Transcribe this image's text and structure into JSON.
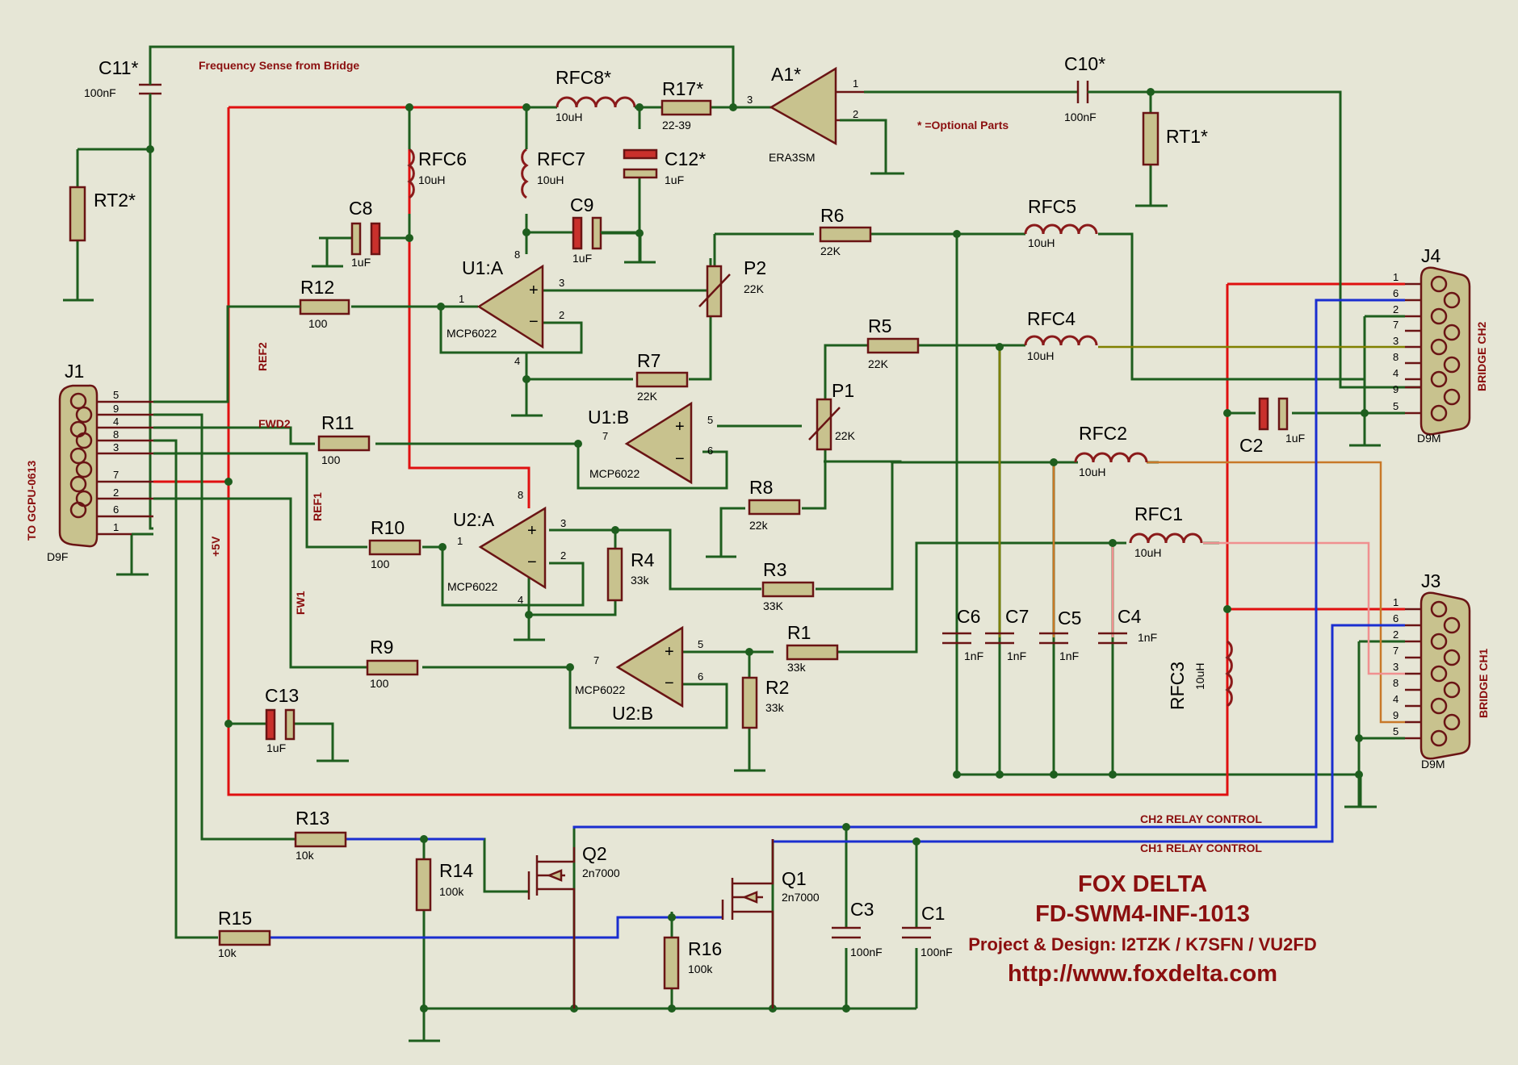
{
  "labels": {
    "freq_sense": "Frequency Sense from Bridge",
    "optional_parts": "* =Optional Parts",
    "ch2_relay": "CH2 RELAY CONTROL",
    "ch1_relay": "CH1 RELAY CONTROL",
    "to_gcpu": "TO GCPU-0613",
    "bridge_ch2": "BRIDGE CH2",
    "bridge_ch1": "BRIDGE CH1",
    "plus5v": "+5V",
    "ref1": "REF1",
    "ref2": "REF2",
    "fwd1": "FW1",
    "fwd2": "FWD2"
  },
  "title_block": {
    "company": "FOX DELTA",
    "part": "FD-SWM4-INF-1013",
    "credits": "Project & Design: I2TZK / K7SFN / VU2FD",
    "url": "http://www.foxdelta.com"
  },
  "components": {
    "C11": {
      "ref": "C11*",
      "value": "100nF"
    },
    "C10": {
      "ref": "C10*",
      "value": "100nF"
    },
    "C12": {
      "ref": "C12*",
      "value": "1uF"
    },
    "C8": {
      "ref": "C8",
      "value": "1uF"
    },
    "C9": {
      "ref": "C9",
      "value": "1uF"
    },
    "C13": {
      "ref": "C13",
      "value": "1uF"
    },
    "C2": {
      "ref": "C2",
      "value": "1uF"
    },
    "C3": {
      "ref": "C3",
      "value": "100nF"
    },
    "C1": {
      "ref": "C1",
      "value": "100nF"
    },
    "C4": {
      "ref": "C4",
      "value": "1nF"
    },
    "C5": {
      "ref": "C5",
      "value": "1nF"
    },
    "C6": {
      "ref": "C6",
      "value": "1nF"
    },
    "C7": {
      "ref": "C7",
      "value": "1nF"
    },
    "RFC1": {
      "ref": "RFC1",
      "value": "10uH"
    },
    "RFC2": {
      "ref": "RFC2",
      "value": "10uH"
    },
    "RFC3": {
      "ref": "RFC3",
      "value": "10uH"
    },
    "RFC4": {
      "ref": "RFC4",
      "value": "10uH"
    },
    "RFC5": {
      "ref": "RFC5",
      "value": "10uH"
    },
    "RFC6": {
      "ref": "RFC6",
      "value": "10uH"
    },
    "RFC7": {
      "ref": "RFC7",
      "value": "10uH"
    },
    "RFC8": {
      "ref": "RFC8*",
      "value": "10uH"
    },
    "R1": {
      "ref": "R1",
      "value": "33k"
    },
    "R2": {
      "ref": "R2",
      "value": "33k"
    },
    "R3": {
      "ref": "R3",
      "value": "33K"
    },
    "R4": {
      "ref": "R4",
      "value": "33k"
    },
    "R5": {
      "ref": "R5",
      "value": "22K"
    },
    "R6": {
      "ref": "R6",
      "value": "22K"
    },
    "R7": {
      "ref": "R7",
      "value": "22K"
    },
    "R8": {
      "ref": "R8",
      "value": "22k"
    },
    "R9": {
      "ref": "R9",
      "value": "100"
    },
    "R10": {
      "ref": "R10",
      "value": "100"
    },
    "R11": {
      "ref": "R11",
      "value": "100"
    },
    "R12": {
      "ref": "R12",
      "value": "100"
    },
    "R13": {
      "ref": "R13",
      "value": "10k"
    },
    "R14": {
      "ref": "R14",
      "value": "100k"
    },
    "R15": {
      "ref": "R15",
      "value": "10k"
    },
    "R16": {
      "ref": "R16",
      "value": "100k"
    },
    "R17": {
      "ref": "R17*",
      "value": "22-39"
    },
    "RT1": {
      "ref": "RT1*"
    },
    "RT2": {
      "ref": "RT2*"
    },
    "P1": {
      "ref": "P1",
      "value": "22K"
    },
    "P2": {
      "ref": "P2",
      "value": "22K"
    },
    "A1": {
      "ref": "A1*",
      "value": "ERA3SM"
    },
    "U1A": {
      "ref": "U1:A",
      "value": "MCP6022"
    },
    "U1B": {
      "ref": "U1:B",
      "value": "MCP6022"
    },
    "U2A": {
      "ref": "U2:A",
      "value": "MCP6022"
    },
    "U2B": {
      "ref": "U2:B",
      "value": "MCP6022"
    },
    "Q1": {
      "ref": "Q1",
      "value": "2n7000"
    },
    "Q2": {
      "ref": "Q2",
      "value": "2n7000"
    },
    "J1": {
      "ref": "J1",
      "value": "D9F"
    },
    "J3": {
      "ref": "J3",
      "value": "D9M"
    },
    "J4": {
      "ref": "J4",
      "value": "D9M"
    }
  },
  "connector_pins": {
    "J1": [
      "5",
      "9",
      "4",
      "8",
      "3",
      "7",
      "2",
      "6",
      "1"
    ],
    "J3": [
      "1",
      "6",
      "2",
      "7",
      "3",
      "8",
      "4",
      "9",
      "5"
    ],
    "J4": [
      "1",
      "6",
      "2",
      "7",
      "3",
      "8",
      "4",
      "9",
      "5"
    ]
  },
  "opamp_pins": {
    "U1A": {
      "out": "1",
      "plus": "3",
      "minus": "2",
      "vcc": "8",
      "gnd": "4"
    },
    "U1B": {
      "out": "7",
      "plus": "5",
      "minus": "6"
    },
    "U2A": {
      "out": "1",
      "plus": "3",
      "minus": "2",
      "vcc": "8",
      "gnd": "4"
    },
    "U2B": {
      "out": "7",
      "plus": "5",
      "minus": "6"
    },
    "A1": {
      "in": "3",
      "out": "1",
      "gnd": "2"
    }
  },
  "colors": {
    "background": "#e6e6d6",
    "wire_ground_signal": "#1e5e1e",
    "wire_power": "#e01010",
    "wire_relay": "#1a2ed0",
    "component_outline": "#6a1414",
    "component_fill": "#c8c28e",
    "label_text": "#8b0f0f"
  },
  "icons": {
    "ground": "ground-symbol-icon",
    "junction": "junction-dot-icon"
  }
}
